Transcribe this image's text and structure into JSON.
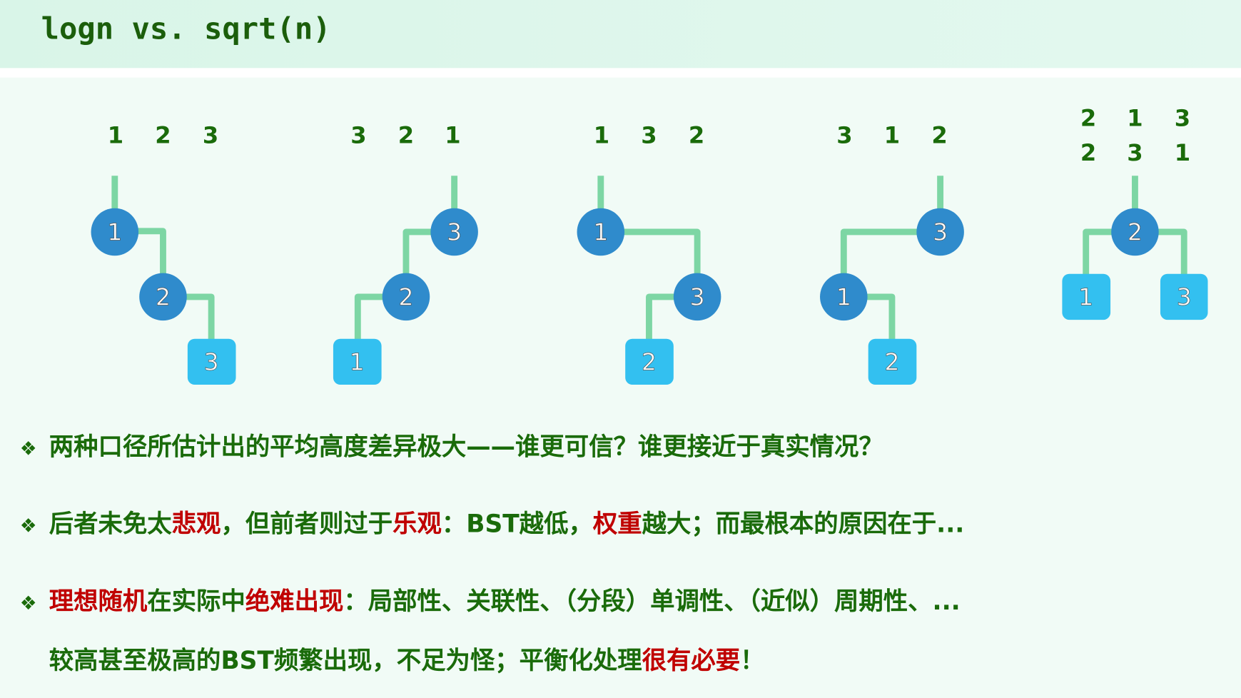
{
  "title": "logn vs. sqrt(n)",
  "colors": {
    "text_green": "#1a6b0a",
    "emphasis_red": "#c00000",
    "inner_node": "#2f8bcc",
    "leaf_node": "#33c0f0",
    "edge": "#7dd6a4"
  },
  "trees": [
    {
      "sequences": [
        [
          "1",
          "2",
          "3"
        ]
      ],
      "nodes": [
        "1",
        "2",
        "3"
      ]
    },
    {
      "sequences": [
        [
          "3",
          "2",
          "1"
        ]
      ],
      "nodes": [
        "3",
        "2",
        "1"
      ]
    },
    {
      "sequences": [
        [
          "1",
          "3",
          "2"
        ]
      ],
      "nodes": [
        "1",
        "3",
        "2"
      ]
    },
    {
      "sequences": [
        [
          "3",
          "1",
          "2"
        ]
      ],
      "nodes": [
        "3",
        "1",
        "2"
      ]
    },
    {
      "sequences": [
        [
          "2",
          "1",
          "3"
        ],
        [
          "2",
          "3",
          "1"
        ]
      ],
      "nodes": [
        "2",
        "1",
        "3"
      ]
    }
  ],
  "bullet_icon": "diamond-dots-icon",
  "bullets": [
    {
      "segments": [
        {
          "text": "两种口径所估计出的平均高度差异极大——谁更可信？谁更接近于真实情况？",
          "red": false
        }
      ]
    },
    {
      "segments": [
        {
          "text": "后者未免太",
          "red": false
        },
        {
          "text": "悲观",
          "red": true
        },
        {
          "text": "，但前者则过于",
          "red": false
        },
        {
          "text": "乐观",
          "red": true
        },
        {
          "text": "：BST越低，",
          "red": false
        },
        {
          "text": "权重",
          "red": true
        },
        {
          "text": "越大；而最根本的原因在于...",
          "red": false
        }
      ]
    },
    {
      "segments": [
        {
          "text": "理想随机",
          "red": true
        },
        {
          "text": "在实际中",
          "red": false
        },
        {
          "text": "绝难出现",
          "red": true
        },
        {
          "text": "：局部性、关联性、（分段）单调性、（近似）周期性、...",
          "red": false
        }
      ]
    },
    {
      "segments": [
        {
          "text": "较高甚至极高的BST频繁出现，不足为怪；平衡化处理",
          "red": false
        },
        {
          "text": "很有必要",
          "red": true
        },
        {
          "text": "！",
          "red": false
        }
      ]
    }
  ]
}
